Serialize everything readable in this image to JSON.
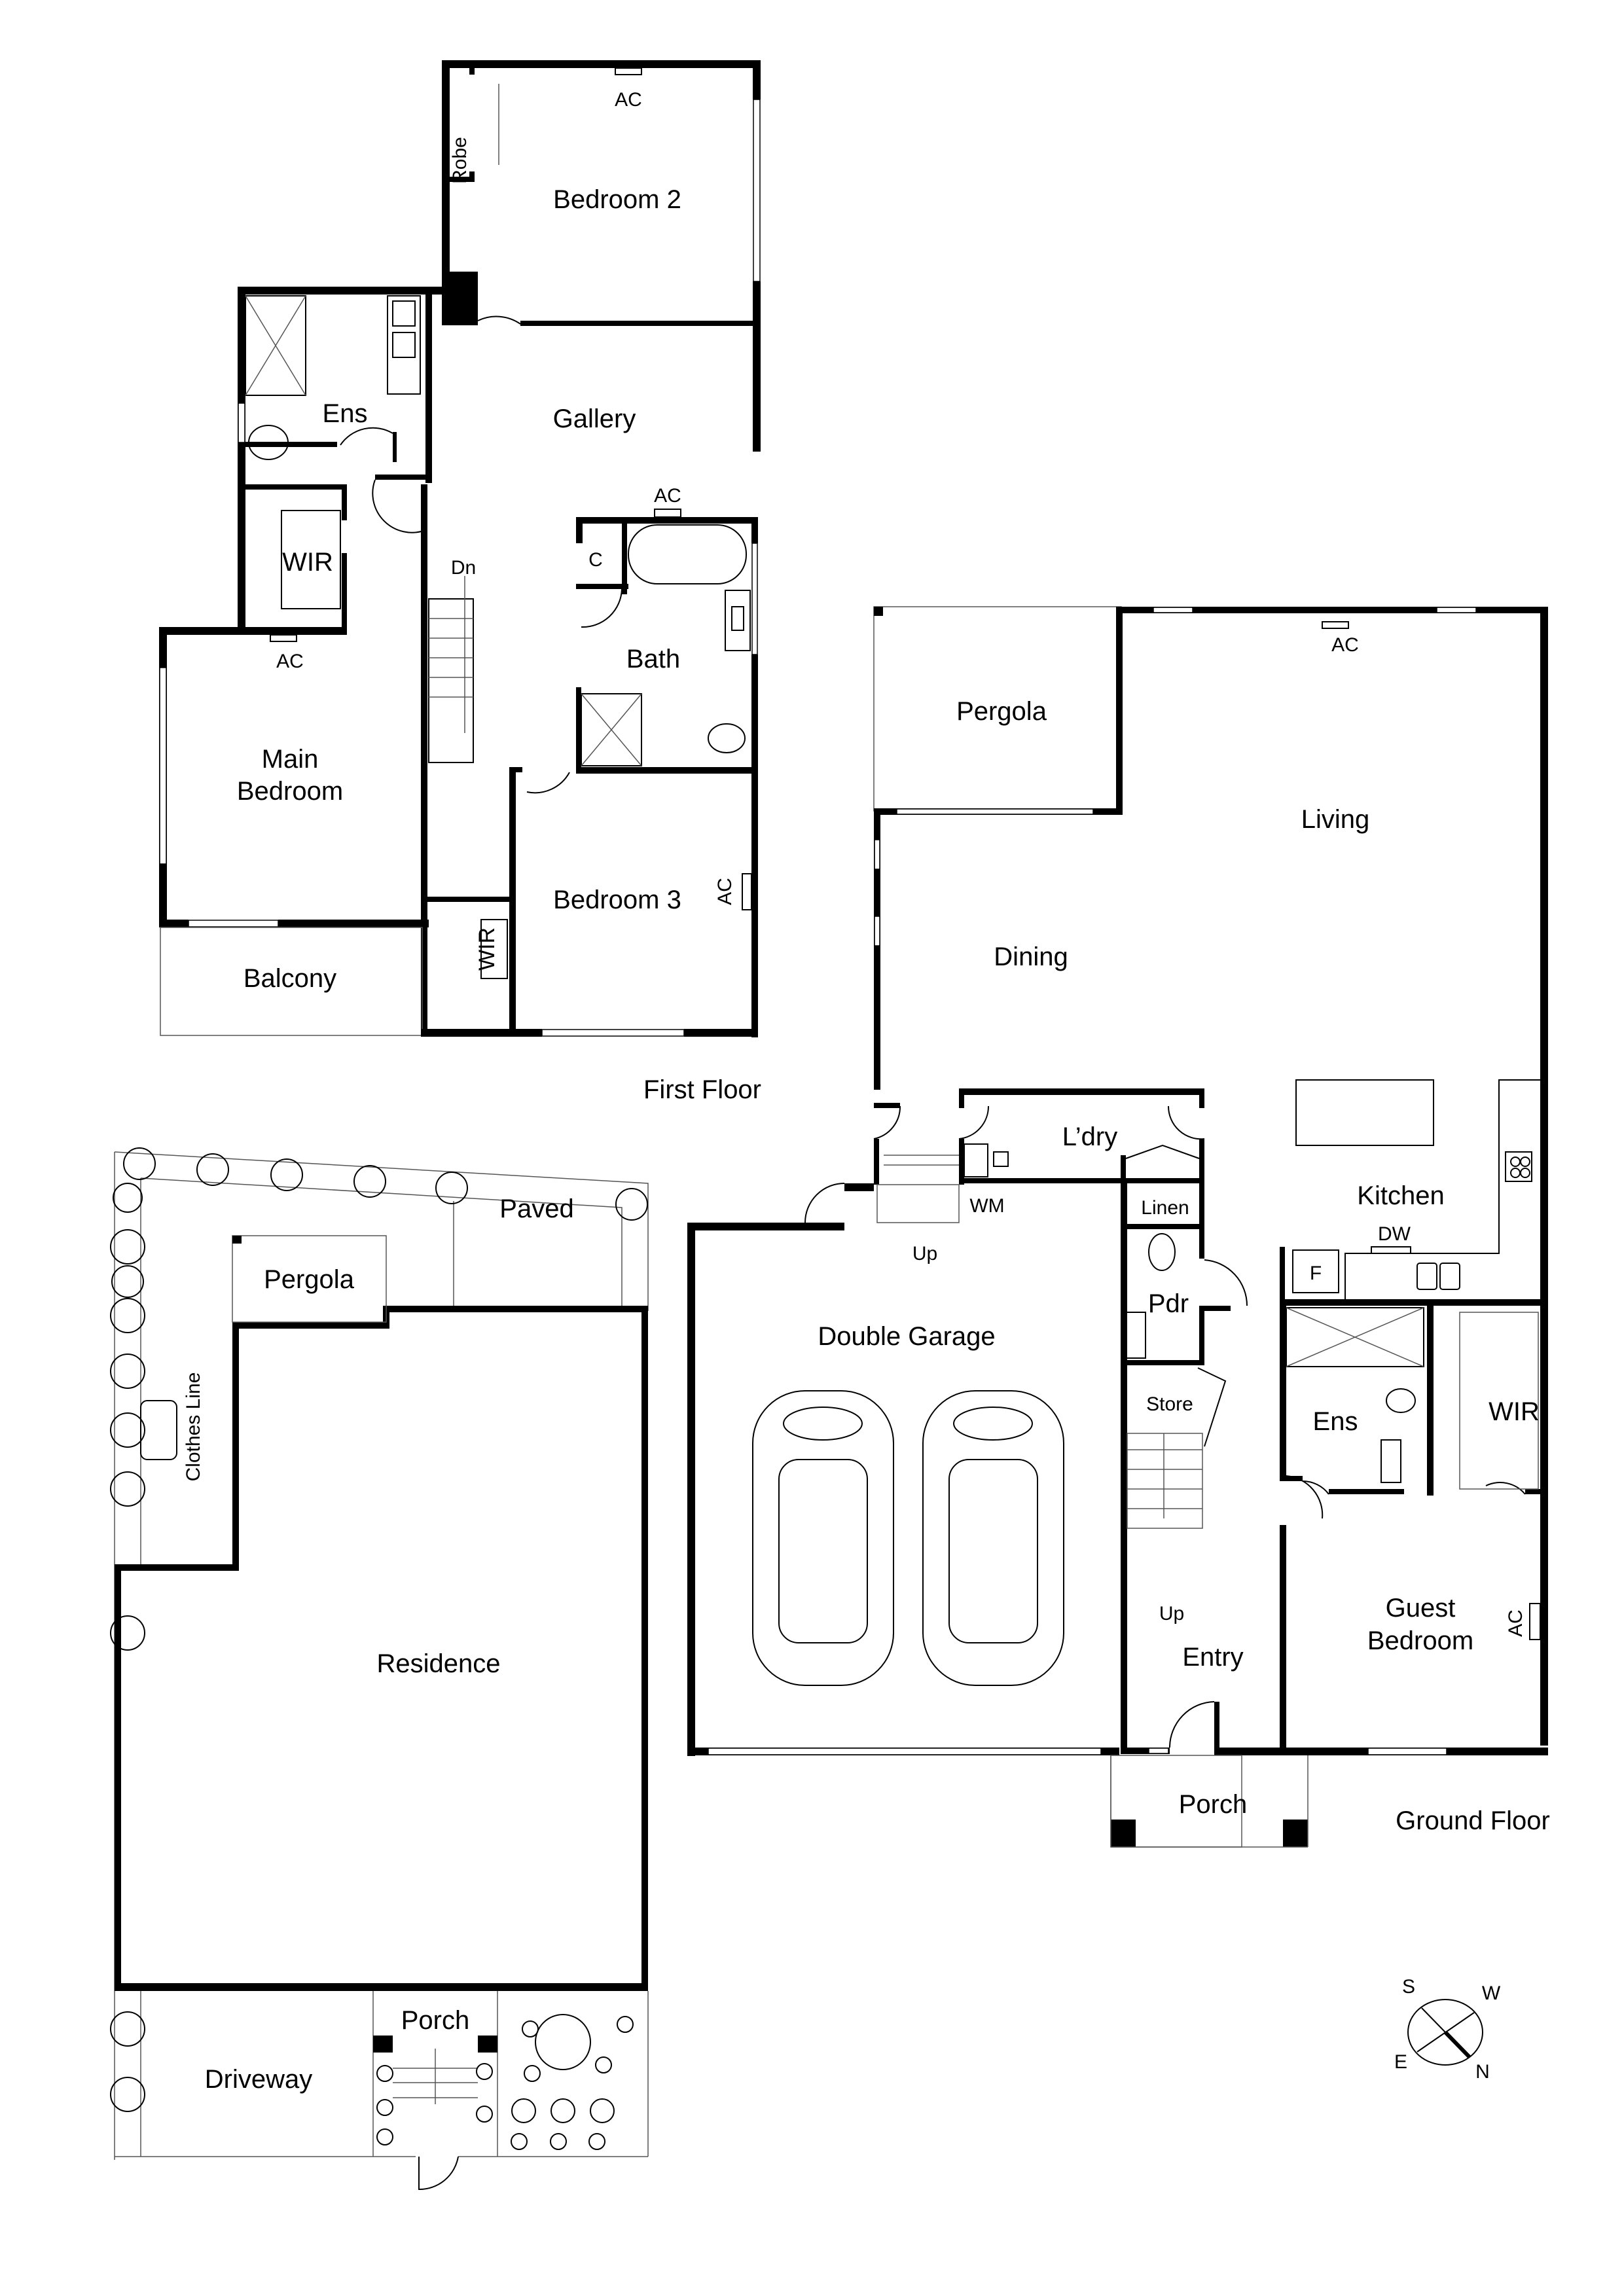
{
  "first_floor": {
    "title": "First Floor",
    "rooms": {
      "bedroom2": "Bedroom 2",
      "robe": "Robe",
      "ens": "Ens",
      "gallery": "Gallery",
      "wir_main": "WIR",
      "main_bedroom_line1": "Main",
      "main_bedroom_line2": "Bedroom",
      "bath": "Bath",
      "cupboard": "C",
      "bedroom3": "Bedroom 3",
      "wir_bed3": "WIR",
      "balcony": "Balcony",
      "stairs_dn": "Dn"
    },
    "fixtures": {
      "ac_bed2": "AC",
      "ac_gallery": "AC",
      "ac_main": "AC",
      "ac_bed3": "AC"
    }
  },
  "ground_floor": {
    "title": "Ground Floor",
    "rooms": {
      "pergola": "Pergola",
      "living": "Living",
      "dining": "Dining",
      "laundry": "L’dry",
      "wm": "WM",
      "linen": "Linen",
      "kitchen": "Kitchen",
      "dw": "DW",
      "fridge": "F",
      "pdr": "Pdr",
      "double_garage": "Double Garage",
      "store": "Store",
      "ens": "Ens",
      "wir": "WIR",
      "guest_bedroom_line1": "Guest",
      "guest_bedroom_line2": "Bedroom",
      "entry": "Entry",
      "porch": "Porch",
      "stairs_up_laundry": "Up",
      "stairs_up_entry": "Up"
    },
    "fixtures": {
      "ac_living": "AC",
      "ac_guest": "AC"
    }
  },
  "site_plan": {
    "labels": {
      "paved": "Paved",
      "pergola": "Pergola",
      "clothes_line": "Clothes Line",
      "residence": "Residence",
      "driveway": "Driveway",
      "porch": "Porch"
    }
  },
  "compass": {
    "s": "S",
    "w": "W",
    "e": "E",
    "n": "N"
  }
}
